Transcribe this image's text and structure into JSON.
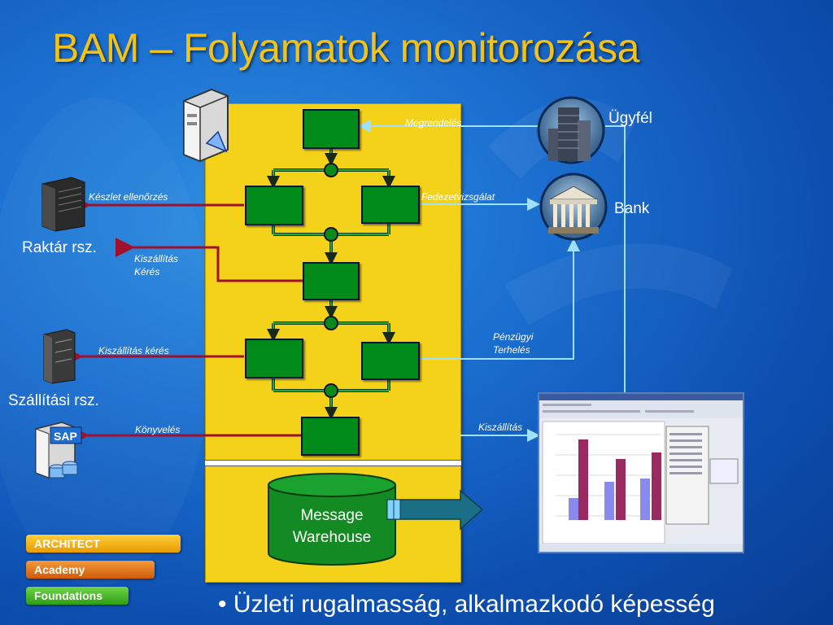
{
  "title": "BAM – Folyamatok monitorozása",
  "labels": {
    "megrendeles": "Megrendelés",
    "keszlet": "Készlet ellenőrzés",
    "fedezet": "Fedezetvizsgálat",
    "kiszallitas_keres_1": "Kiszállítás",
    "kiszallitas_keres_1b": "Kérés",
    "penzugyi_1": "Pénzügyi",
    "penzugyi_2": "Terhelés",
    "kiszallitas_keres_2": "Kiszállítás kérés",
    "kiszallitas": "Kiszállítás",
    "konyveles": "Könyvelés"
  },
  "systems": {
    "ugyfel": "Ügyfél",
    "bank": "Bank",
    "raktar": "Raktár rsz.",
    "szallitasi": "Szállítási rsz.",
    "sap": "SAP"
  },
  "warehouse": {
    "line1": "Message",
    "line2": "Warehouse"
  },
  "pills": [
    {
      "label": "ARCHITECT",
      "color": "#f0a800"
    },
    {
      "label": "Academy",
      "color": "#e06a10"
    },
    {
      "label": "Foundations",
      "color": "#3fb21c"
    }
  ],
  "bullet": "• Üzleti rugalmasság, alkalmazkodó képesség",
  "colors": {
    "title": "#f2c21c",
    "panel": "#f5d21a",
    "process_box": "#008a1a",
    "arrow_left": "#a0102c",
    "arrow_right": "#7fd4ff"
  }
}
